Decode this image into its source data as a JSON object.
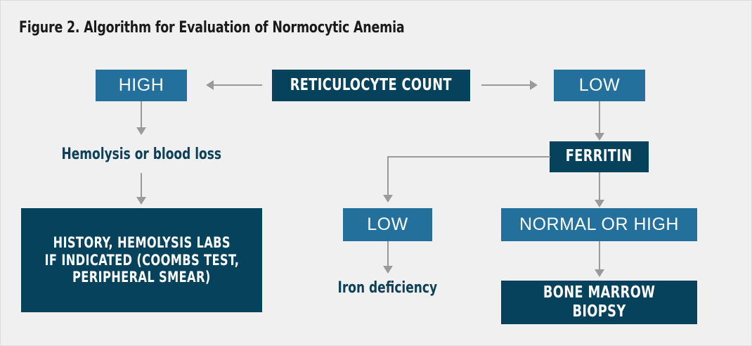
{
  "figure": {
    "title": "Figure 2. Algorithm for Evaluation of Normocytic Anemia",
    "colors": {
      "background": "#f0f0f0",
      "border": "#dcdcdc",
      "primary_dark": "#06425c",
      "primary_mid": "#23709c",
      "connector": "#9a9a9a",
      "title_text": "#1a1a1a",
      "label_text": "#0d4158",
      "box_text": "#ffffff"
    }
  },
  "nodes": {
    "reticulocyte_count": {
      "label": "RETICULOCYTE COUNT",
      "style": "dark"
    },
    "high": {
      "label": "HIGH",
      "style": "mid"
    },
    "low_retic": {
      "label": "LOW",
      "style": "mid"
    },
    "ferritin": {
      "label": "FERRITIN",
      "style": "dark"
    },
    "low_ferritin": {
      "label": "LOW",
      "style": "mid"
    },
    "normal_or_high": {
      "label": "NORMAL OR HIGH",
      "style": "mid"
    },
    "history_labs": {
      "lines": [
        "HISTORY, HEMOLYSIS LABS",
        "IF INDICATED (COOMBS TEST,",
        "PERIPHERAL SMEAR)"
      ],
      "style": "dark"
    },
    "bone_marrow_biopsy": {
      "label": "BONE MARROW BIOPSY",
      "style": "dark"
    }
  },
  "labels": {
    "hemolysis_or_blood_loss": "Hemolysis or blood loss",
    "iron_deficiency": "Iron deficiency"
  },
  "connectors": [
    {
      "name": "retic-to-high",
      "direction": "left"
    },
    {
      "name": "retic-to-low",
      "direction": "right"
    },
    {
      "name": "high-to-hemolysis",
      "direction": "down"
    },
    {
      "name": "hemolysis-to-history",
      "direction": "down"
    },
    {
      "name": "low-retic-to-ferritin",
      "direction": "down"
    },
    {
      "name": "ferritin-to-low",
      "direction": "elbow-down"
    },
    {
      "name": "ferritin-to-normal-or-high",
      "direction": "down"
    },
    {
      "name": "low-to-iron-deficiency",
      "direction": "down"
    },
    {
      "name": "normal-or-high-to-biopsy",
      "direction": "down"
    }
  ]
}
